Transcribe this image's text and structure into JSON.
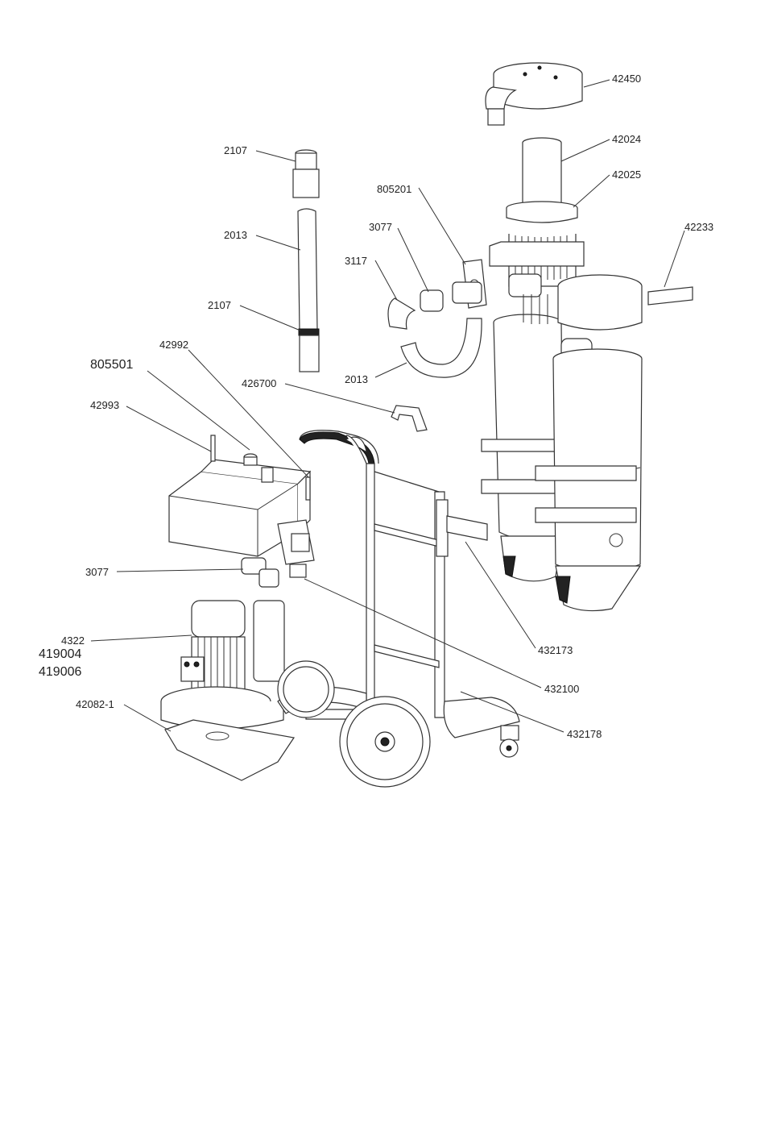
{
  "labels": {
    "l42450": "42450",
    "l42024": "42024",
    "l42025": "42025",
    "l42233": "42233",
    "l2107a": "2107",
    "l2013a": "2013",
    "l2107b": "2107",
    "l805201": "805201",
    "l3077a": "3077",
    "l3117": "3117",
    "l2013b": "2013",
    "l42992": "42992",
    "l805501": "805501",
    "l42993": "42993",
    "l426700": "426700",
    "l3077b": "3077",
    "l4322": "4322",
    "l419004": "419004",
    "l419006": "419006",
    "l42082": "42082-1",
    "l432173": "432173",
    "l432100": "432100",
    "l432178": "432178"
  }
}
